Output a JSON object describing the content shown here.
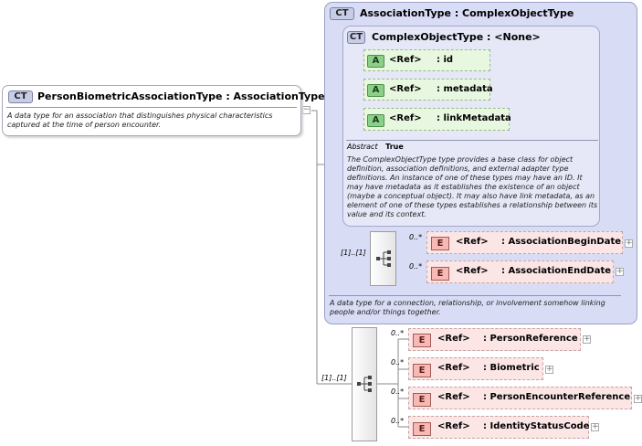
{
  "main_type": {
    "badge": "CT",
    "title": "PersonBiometricAssociationType : AssociationType",
    "description": "A data type for an association that distinguishes physical characteristics captured at the time of person encounter."
  },
  "association_type": {
    "badge": "CT",
    "title": "AssociationType : ComplexObjectType",
    "description": "A data type for a connection, relationship, or involvement somehow linking people and/or things together."
  },
  "complex_object_type": {
    "badge": "CT",
    "title": "ComplexObjectType : <None>",
    "attributes": [
      {
        "badge": "A",
        "ref": "<Ref>",
        "name": ": id"
      },
      {
        "badge": "A",
        "ref": "<Ref>",
        "name": ": metadata"
      },
      {
        "badge": "A",
        "ref": "<Ref>",
        "name": ": linkMetadata"
      }
    ],
    "abstract_label": "Abstract",
    "abstract_value": "True",
    "description": "The ComplexObjectType type provides a base class for object definition, association definitions, and external adapter type definitions. An instance of one of these types may have an ID. It may have metadata as it establishes the existence of an object (maybe a conceptual object). It may also have link metadata, as an element of one of these types establishes a relationship between its value and its context."
  },
  "association_sequence": {
    "cardinality": "[1]..[1]",
    "elements": [
      {
        "badge": "E",
        "ref": "<Ref>",
        "name": ": AssociationBeginDate",
        "cardinality": "0..*"
      },
      {
        "badge": "E",
        "ref": "<Ref>",
        "name": ": AssociationEndDate",
        "cardinality": "0..*"
      }
    ]
  },
  "main_sequence": {
    "cardinality": "[1]..[1]",
    "elements": [
      {
        "badge": "E",
        "ref": "<Ref>",
        "name": ": PersonReference",
        "cardinality": "0..*"
      },
      {
        "badge": "E",
        "ref": "<Ref>",
        "name": ": Biometric",
        "cardinality": "0..*"
      },
      {
        "badge": "E",
        "ref": "<Ref>",
        "name": ": PersonEncounterReference",
        "cardinality": "0..*"
      },
      {
        "badge": "E",
        "ref": "<Ref>",
        "name": ": IdentityStatusCode",
        "cardinality": "0..*"
      }
    ]
  },
  "expand_symbol": "+",
  "collapse_symbol": "−",
  "colors": {
    "complex_type_bg": "#d9dcf5",
    "attribute_bg": "#e8f7df",
    "element_bg": "#fbe5e5",
    "attribute_badge": "#8bd089",
    "element_badge": "#f7b9b5"
  }
}
